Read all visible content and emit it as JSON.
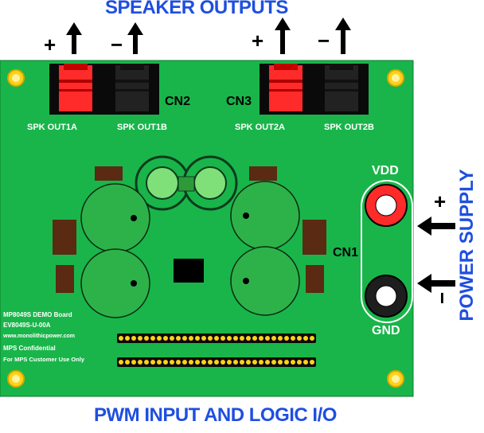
{
  "top_title": "SPEAKER OUTPUTS",
  "bottom_title": "PWM INPUT AND LOGIC I/O",
  "side_title": "POWER SUPPLY",
  "cn2_label": "CN2",
  "cn3_label": "CN3",
  "cn1_label": "CN1",
  "vdd_label": "VDD",
  "gnd_label": "GND",
  "spk": {
    "out1a": "SPK OUT1A",
    "out1b": "SPK OUT1B",
    "out2a": "SPK OUT2A",
    "out2b": "SPK OUT2B"
  },
  "polarity": {
    "plus": "+",
    "minus": "−"
  },
  "silkscreen": {
    "line1": "MP8049S DEMO Board",
    "line2": "EV8049S-U-00A",
    "line3": "www.monolithicpower.com",
    "line4": "MPS Confidential",
    "line5": "For MPS Customer Use Only"
  },
  "colors": {
    "board": "#19b54a",
    "title_blue": "#1f4fe0",
    "terminal_red": "#ff2a2a",
    "terminal_black": "#1e1e1e",
    "pad_gold": "#ffd21a",
    "capacitor": "#2db24a",
    "resistor": "#5a2a12"
  },
  "icons": [
    "up-arrow-icon",
    "left-arrow-icon"
  ]
}
